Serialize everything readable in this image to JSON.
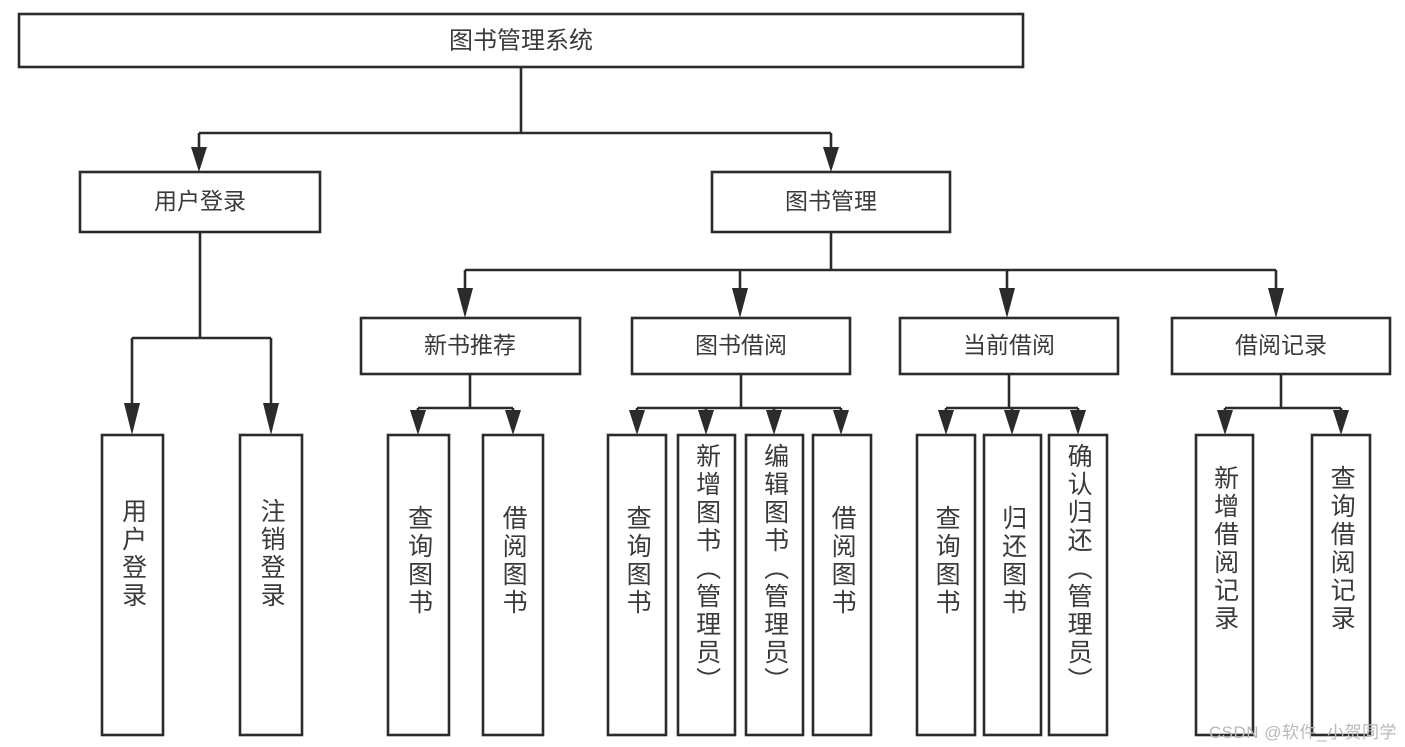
{
  "diagram": {
    "title": "图书管理系统",
    "type": "hierarchy-tree",
    "watermark": "CSDN @软件_小贺同学",
    "colors": {
      "stroke": "#2b2b2b",
      "text": "#3a3a3a",
      "background": "#ffffff",
      "watermark": "#b9b9b9"
    },
    "root": {
      "id": "root",
      "label": "图书管理系统"
    },
    "level2": [
      {
        "id": "user-login",
        "label": "用户登录"
      },
      {
        "id": "book-management",
        "label": "图书管理"
      }
    ],
    "level3": [
      {
        "id": "new-book-recommend",
        "label": "新书推荐",
        "parent": "book-management"
      },
      {
        "id": "book-borrow",
        "label": "图书借阅",
        "parent": "book-management"
      },
      {
        "id": "current-borrow",
        "label": "当前借阅",
        "parent": "book-management"
      },
      {
        "id": "borrow-record",
        "label": "借阅记录",
        "parent": "book-management"
      }
    ],
    "leaves": {
      "user-login": [
        {
          "id": "leaf-user-login",
          "label": "用户登录"
        },
        {
          "id": "leaf-user-logout",
          "label": "注销登录"
        }
      ],
      "new-book-recommend": [
        {
          "id": "leaf-query-book-1",
          "label": "查询图书"
        },
        {
          "id": "leaf-borrow-book-1",
          "label": "借阅图书"
        }
      ],
      "book-borrow": [
        {
          "id": "leaf-query-book-2",
          "label": "查询图书"
        },
        {
          "id": "leaf-add-book",
          "label": "新增图书（管理员）"
        },
        {
          "id": "leaf-edit-book",
          "label": "编辑图书（管理员）"
        },
        {
          "id": "leaf-borrow-book-2",
          "label": "借阅图书"
        }
      ],
      "current-borrow": [
        {
          "id": "leaf-query-book-3",
          "label": "查询图书"
        },
        {
          "id": "leaf-return-book",
          "label": "归还图书"
        },
        {
          "id": "leaf-confirm-return",
          "label": "确认归还（管理员）"
        }
      ],
      "borrow-record": [
        {
          "id": "leaf-add-record",
          "label": "新增借阅记录"
        },
        {
          "id": "leaf-query-record",
          "label": "查询借阅记录"
        }
      ]
    }
  }
}
